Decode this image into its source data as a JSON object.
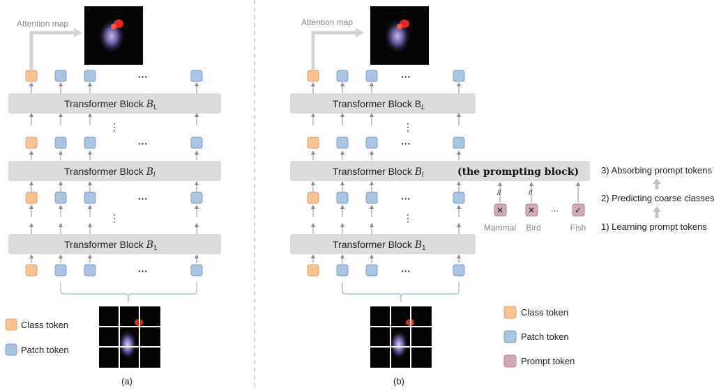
{
  "panel_a": {
    "attention_label": "Attention map",
    "block_top": "Transformer Block ",
    "block_top_sub": "L",
    "block_mid": "Transformer Block ",
    "block_mid_sub": "l",
    "block_bottom": "Transformer Block ",
    "block_bottom_sub": "1",
    "ellipsis": "···",
    "legend": {
      "class": "Class token",
      "patch": "Patch token"
    },
    "caption": "(a)"
  },
  "panel_b": {
    "attention_label": "Attention map",
    "block_top": "Transformer Block ",
    "block_top_sub": "L",
    "block_mid": "Transformer Block ",
    "block_mid_sub": "l",
    "prompting_note": "(the prompting block)",
    "block_bottom": "Transformer Block ",
    "block_bottom_sub": "1",
    "ellipsis": "···",
    "prompt_labels": [
      "Mammal",
      "Bird",
      "Fish"
    ],
    "steps": [
      "3)  Absorbing prompt tokens",
      "2)  Predicting coarse classes",
      "1)  Learning prompt tokens"
    ],
    "legend": {
      "class": "Class token",
      "patch": "Patch token",
      "prompt": "Prompt token"
    },
    "caption": "(b)"
  },
  "colors": {
    "class_token": "#f8c291",
    "patch_token": "#a9c3e3",
    "prompt_token": "#d3a9b7",
    "block_fill": "#dcdcdc",
    "arrow": "#8c8c8c",
    "brace": "#a9c3e3",
    "divider": "#c8c8c8"
  }
}
